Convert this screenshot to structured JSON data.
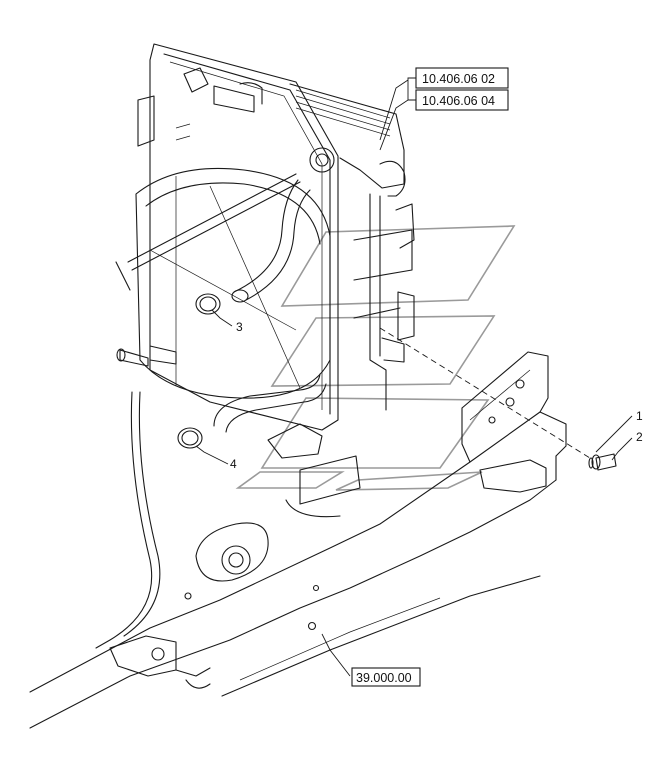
{
  "references": {
    "top_1": "10.406.06 02",
    "top_2": "10.406.06 04",
    "bottom": "39.000.00"
  },
  "callouts": {
    "c1": "1",
    "c2": "2",
    "c3": "3",
    "c4": "4"
  }
}
